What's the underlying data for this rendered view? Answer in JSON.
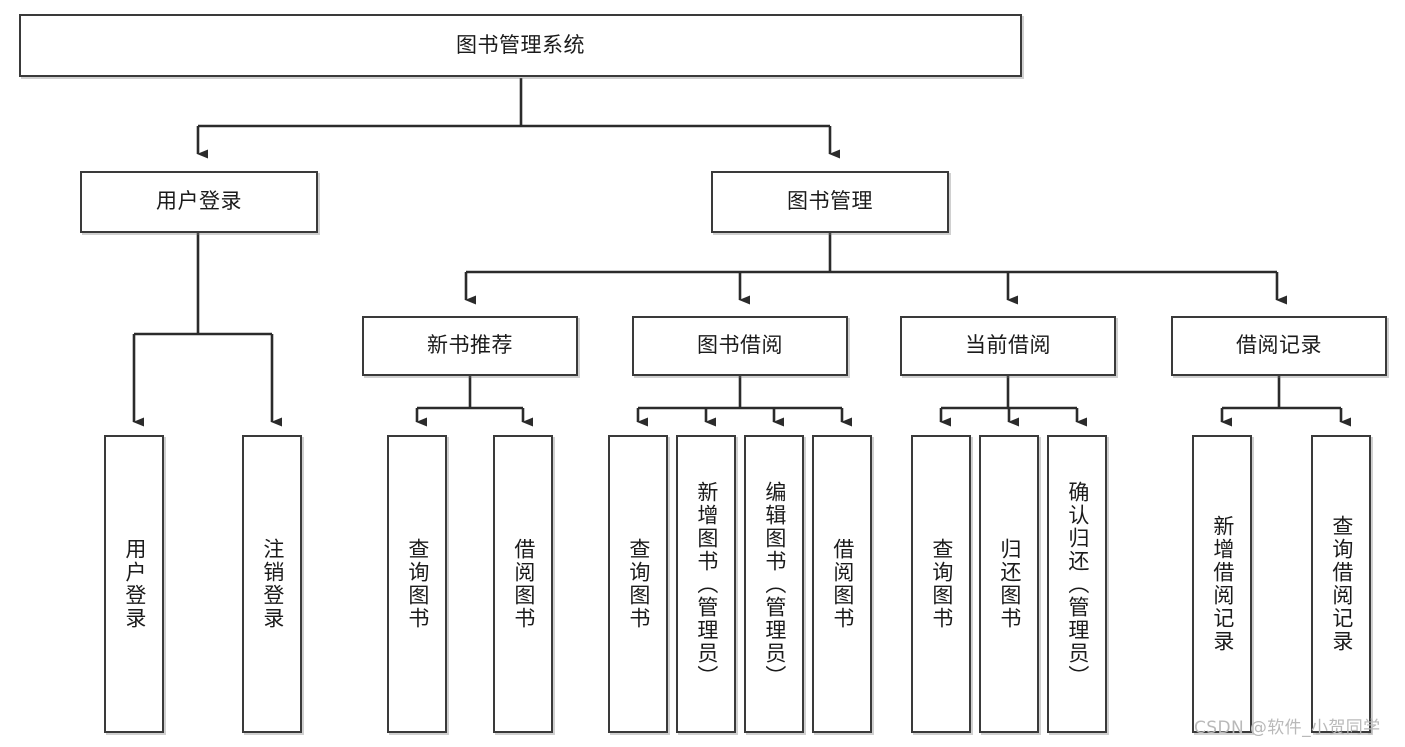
{
  "diagram": {
    "type": "tree-hierarchy",
    "title": "图书管理系统",
    "orientation": "top-down",
    "root": {
      "id": "root",
      "label": "图书管理系统",
      "orientation": "horizontal"
    },
    "level2": [
      {
        "id": "user-login",
        "label": "用户登录",
        "orientation": "horizontal"
      },
      {
        "id": "book-manage",
        "label": "图书管理",
        "orientation": "horizontal"
      }
    ],
    "level3": [
      {
        "id": "new-book-recommend",
        "label": "新书推荐",
        "orientation": "horizontal",
        "parent": "book-manage"
      },
      {
        "id": "book-borrow",
        "label": "图书借阅",
        "orientation": "horizontal",
        "parent": "book-manage"
      },
      {
        "id": "current-borrow",
        "label": "当前借阅",
        "orientation": "horizontal",
        "parent": "book-manage"
      },
      {
        "id": "borrow-record",
        "label": "借阅记录",
        "orientation": "horizontal",
        "parent": "book-manage"
      }
    ],
    "leaves": [
      {
        "id": "leaf-user-login",
        "label": "用户登录",
        "parent": "user-login",
        "orientation": "vertical"
      },
      {
        "id": "leaf-user-logout",
        "label": "注销登录",
        "parent": "user-login",
        "orientation": "vertical"
      },
      {
        "id": "leaf-query-book-1",
        "label": "查询图书",
        "parent": "new-book-recommend",
        "orientation": "vertical"
      },
      {
        "id": "leaf-borrow-book-1",
        "label": "借阅图书",
        "parent": "new-book-recommend",
        "orientation": "vertical"
      },
      {
        "id": "leaf-query-book-2",
        "label": "查询图书",
        "parent": "book-borrow",
        "orientation": "vertical"
      },
      {
        "id": "leaf-add-book",
        "label": "新增图书（管理员）",
        "parent": "book-borrow",
        "orientation": "vertical"
      },
      {
        "id": "leaf-edit-book",
        "label": "编辑图书（管理员）",
        "parent": "book-borrow",
        "orientation": "vertical"
      },
      {
        "id": "leaf-borrow-book-2",
        "label": "借阅图书",
        "parent": "book-borrow",
        "orientation": "vertical"
      },
      {
        "id": "leaf-query-book-3",
        "label": "查询图书",
        "parent": "current-borrow",
        "orientation": "vertical"
      },
      {
        "id": "leaf-return-book",
        "label": "归还图书",
        "parent": "current-borrow",
        "orientation": "vertical"
      },
      {
        "id": "leaf-confirm-return",
        "label": "确认归还（管理员）",
        "parent": "current-borrow",
        "orientation": "vertical"
      },
      {
        "id": "leaf-add-record",
        "label": "新增借阅记录",
        "parent": "borrow-record",
        "orientation": "vertical"
      },
      {
        "id": "leaf-query-record",
        "label": "查询借阅记录",
        "parent": "borrow-record",
        "orientation": "vertical"
      }
    ]
  },
  "watermark": {
    "text": "CSDN @软件_小贺同学"
  },
  "colors": {
    "box_border": "#3a3a3a",
    "box_fill": "#ffffff",
    "connector": "#2b2b2b",
    "text": "#1b1b1b",
    "watermark": "#b9b9b9",
    "background": "#ffffff"
  }
}
